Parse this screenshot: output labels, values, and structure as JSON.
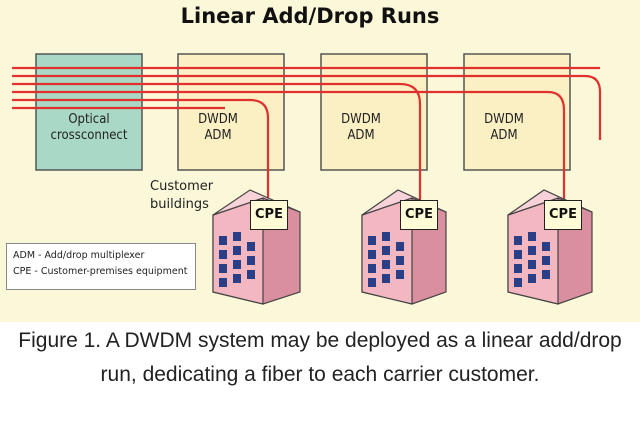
{
  "diagram": {
    "title": "Linear Add/Drop Runs",
    "boxes": [
      {
        "label_line1": "Optical",
        "label_line2": "crossconnect"
      },
      {
        "label_line1": "DWDM",
        "label_line2": "ADM"
      },
      {
        "label_line1": "DWDM",
        "label_line2": "ADM"
      },
      {
        "label_line1": "DWDM",
        "label_line2": "ADM"
      }
    ],
    "cpe_label": "CPE",
    "customer_label_line1": "Customer",
    "customer_label_line2": "buildings",
    "legend": [
      "ADM - Add/drop multiplexer",
      "CPE - Customer-premises equipment"
    ],
    "colors": {
      "background": "#fbf7d9",
      "crossconnect_fill": "#a9d9c6",
      "adm_fill": "#fbf0c4",
      "fiber": "#e0312f",
      "building": "#f2b7c0",
      "window": "#2a3f86"
    }
  },
  "caption": {
    "text": "Figure 1. A DWDM system may be deployed as a linear add/drop run, dedicating a fiber to each carrier customer."
  }
}
